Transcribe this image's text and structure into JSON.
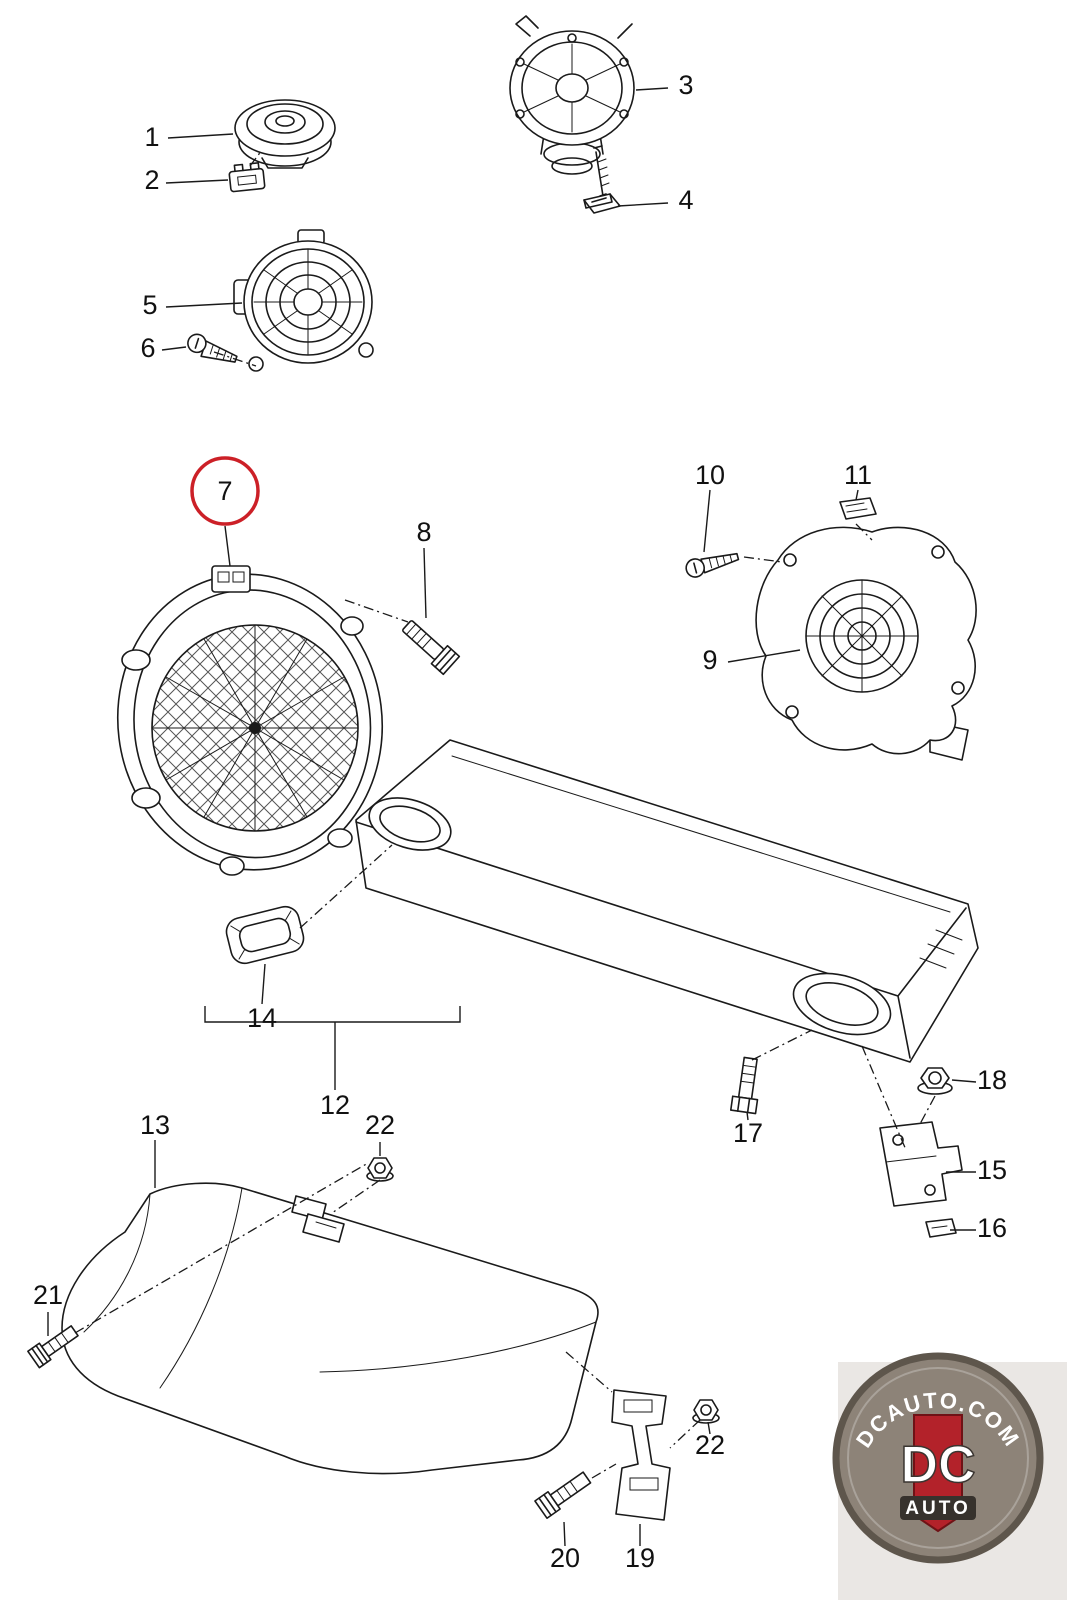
{
  "diagram": {
    "background": "#ffffff",
    "line_color": "#1a1a1a",
    "accent_red": "#cc2027"
  },
  "callouts": [
    {
      "label": "1"
    },
    {
      "label": "2"
    },
    {
      "label": "3"
    },
    {
      "label": "4"
    },
    {
      "label": "5"
    },
    {
      "label": "6"
    },
    {
      "label": "7",
      "highlighted": true
    },
    {
      "label": "8"
    },
    {
      "label": "9"
    },
    {
      "label": "10"
    },
    {
      "label": "11"
    },
    {
      "label": "12"
    },
    {
      "label": "13"
    },
    {
      "label": "14"
    },
    {
      "label": "15"
    },
    {
      "label": "16"
    },
    {
      "label": "17"
    },
    {
      "label": "18"
    },
    {
      "label": "19"
    },
    {
      "label": "20"
    },
    {
      "label": "21"
    },
    {
      "label": "22"
    },
    {
      "label": "22"
    }
  ],
  "logo": {
    "site": "DCAUTO.COM",
    "main": "DC",
    "sub": "AUTO"
  }
}
